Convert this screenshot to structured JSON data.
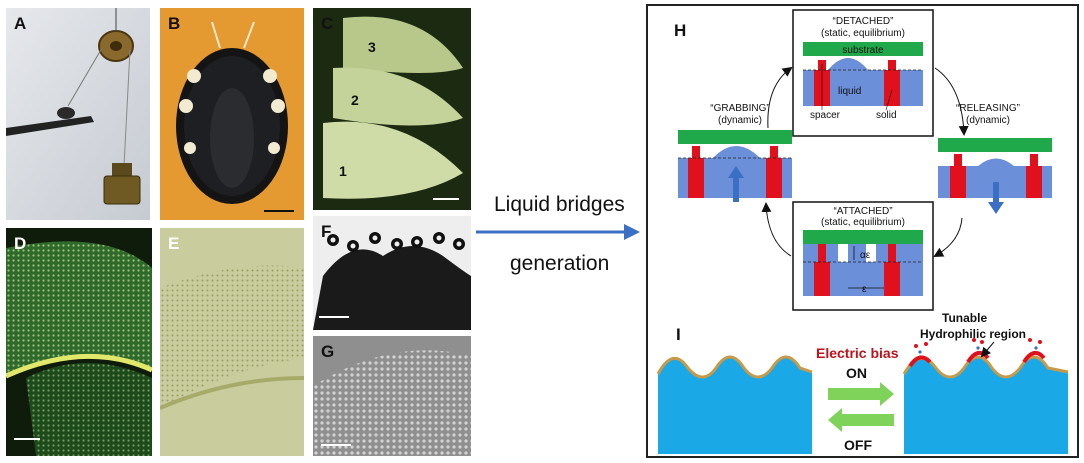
{
  "panels": {
    "A": "A",
    "B": "B",
    "C": "C",
    "D": "D",
    "E": "E",
    "F": "F",
    "G": "G",
    "H": "H",
    "I": "I"
  },
  "pad_labels": [
    "3",
    "2",
    "1"
  ],
  "middle": {
    "line1": "Liquid bridges",
    "line2": "generation"
  },
  "h_diagram": {
    "detached_title": "“DETACHED”",
    "detached_sub": "(static, equilibrium)",
    "attached_title": "“ATTACHED”",
    "attached_sub": "(static, equilibrium)",
    "grabbing_title": "“GRABBING”",
    "grabbing_sub": "(dynamic)",
    "releasing_title": "“RELEASING”",
    "releasing_sub": "(dynamic)",
    "substrate": "substrate",
    "liquid": "liquid",
    "spacer": "spacer",
    "solid": "solid",
    "alpha_eps": "αε",
    "eps": "ε"
  },
  "i_diagram": {
    "electric_bias": "Electric bias",
    "on": "ON",
    "off": "OFF",
    "tunable_line1": "Tunable",
    "tunable_line2": "Hydrophilic region"
  },
  "colors": {
    "substrate_green": "#1fa94b",
    "solid_red": "#e0101c",
    "liquid_blue": "#6b8fd8",
    "water_blue": "#1aa8e6",
    "sand": "#c79a4a",
    "arrow_blue": "#3a6fc4",
    "switch_green": "#7fd35a",
    "bias_red": "#c0121a"
  }
}
